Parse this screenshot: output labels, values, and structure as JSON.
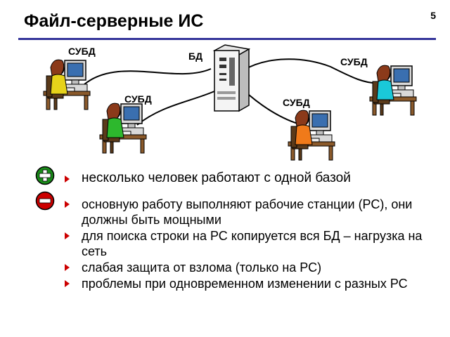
{
  "slide": {
    "title": "Файл-серверные ИС",
    "number": "5"
  },
  "diagram": {
    "server_label": "БД",
    "client_labels": [
      "СУБД",
      "СУБД",
      "СУБД",
      "СУБД"
    ]
  },
  "pros": {
    "items": [
      "несколько человек работают с одной базой"
    ]
  },
  "cons": {
    "items": [
      "основную работу выполняют рабочие станции (РС), они должны быть мощными",
      "для поиска строки на РС копируется вся БД – нагрузка на сеть",
      "слабая защита от взлома (только на РС)",
      "проблемы при одновременном изменении с разных РС"
    ]
  },
  "colors": {
    "title_rule": "#333399",
    "bullet": "#cc0000",
    "plus_icon": "#1a8c1a",
    "minus_icon": "#cc0000"
  }
}
